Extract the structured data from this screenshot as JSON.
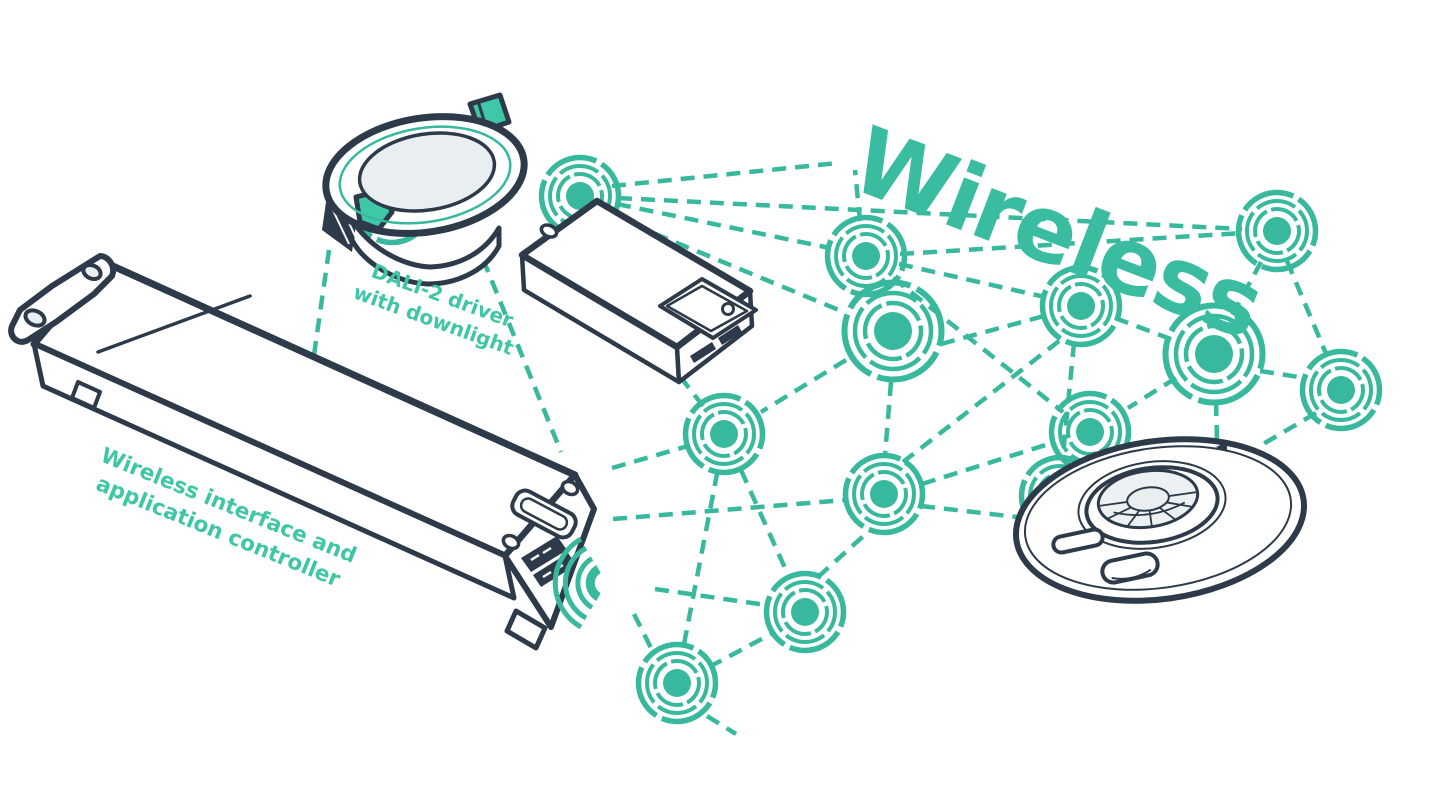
{
  "title": {
    "text": "Wireless"
  },
  "labels": {
    "downlight": {
      "line1": "DALI-2 driver",
      "line2": "with downlight"
    },
    "controller": {
      "line1": "Wireless interface and",
      "line2": "application controller"
    }
  },
  "colors": {
    "teal_mesh": "#38B99D",
    "teal_label": "#3FC6A6",
    "teal_title": "#3ABCA0",
    "navy_outline": "#2C3A49",
    "device_face": "#E9EEF1",
    "background": "#FFFFFF"
  },
  "icons": [
    "downlight-luminaire-icon",
    "dali-driver-box-icon",
    "wireless-controller-driver-icon",
    "ceiling-pir-sensor-icon",
    "mesh-node-icon",
    "signal-waves-icon"
  ]
}
